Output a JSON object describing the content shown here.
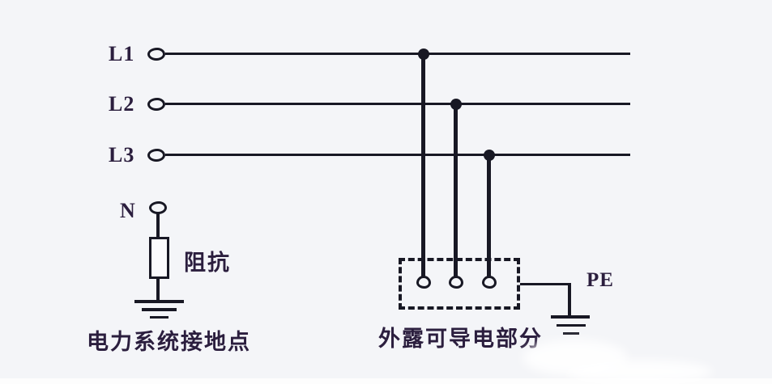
{
  "diagram": {
    "type": "electrical-schematic",
    "description": "IT earthing system single-line diagram",
    "labels": {
      "phase_1": "L1",
      "phase_2": "L2",
      "phase_3": "L3",
      "neutral": "N",
      "impedance": "阻抗",
      "system_ground": "电力系统接地点",
      "exposed_conductive_parts": "外露可导电部分",
      "protective_earth": "PE"
    },
    "colors": {
      "line": "#181824",
      "text": "#2b1e3e",
      "background": "#f4f5f8"
    }
  }
}
